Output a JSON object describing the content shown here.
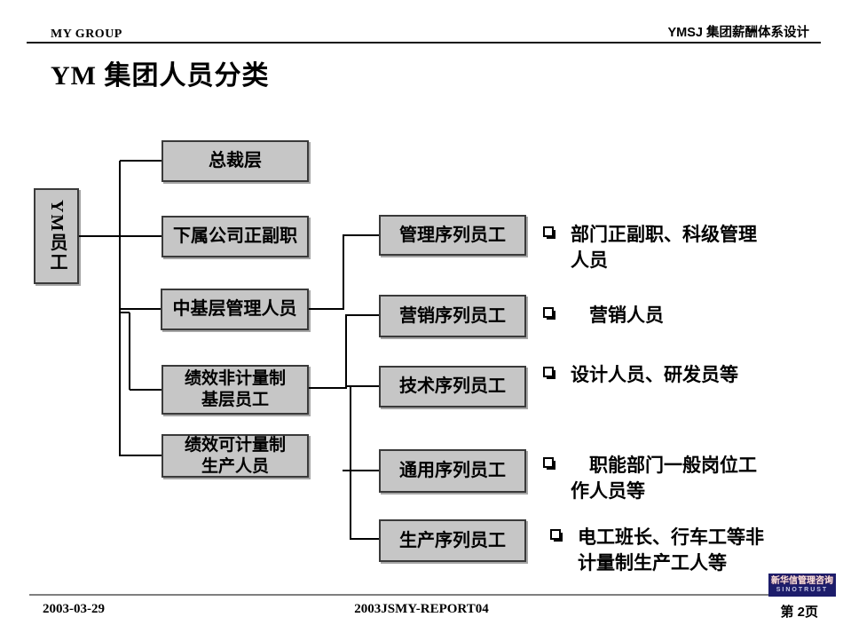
{
  "header": {
    "left": "MY GROUP",
    "right": "YMSJ 集团薪酬体系设计"
  },
  "title": "YM 集团人员分类",
  "diagram": {
    "root_label": "YM员工",
    "tier1": [
      {
        "label": "总裁层"
      },
      {
        "label": "下属公司正副职"
      },
      {
        "label": "中基层管理人员"
      },
      {
        "label": "绩效非计量制\n基层员工"
      },
      {
        "label": "绩效可计量制\n生产人员"
      }
    ],
    "tier2": [
      {
        "label": "管理序列员工"
      },
      {
        "label": "营销序列员工"
      },
      {
        "label": "技术序列员工"
      },
      {
        "label": "通用序列员工"
      },
      {
        "label": "生产序列员工"
      }
    ],
    "bullets": [
      {
        "text": "部门正副职、科级管理\n人员"
      },
      {
        "text": "　营销人员"
      },
      {
        "text": "设计人员、研发员等"
      },
      {
        "text": "　职能部门一般岗位工\n作人员等"
      },
      {
        "text": "电工班长、行车工等非\n计量制生产工人等"
      }
    ]
  },
  "footer": {
    "date": "2003-03-29",
    "doc_id": "2003JSMY-REPORT04",
    "page": "第 2页",
    "logo_line1": "新华信管理咨询",
    "logo_line2": "SINOTRUST"
  },
  "colors": {
    "box_fill": "#c6c6c6",
    "box_border": "#3a3a3a",
    "line_color": "#000000",
    "logo_bg": "#1d1d6b"
  }
}
